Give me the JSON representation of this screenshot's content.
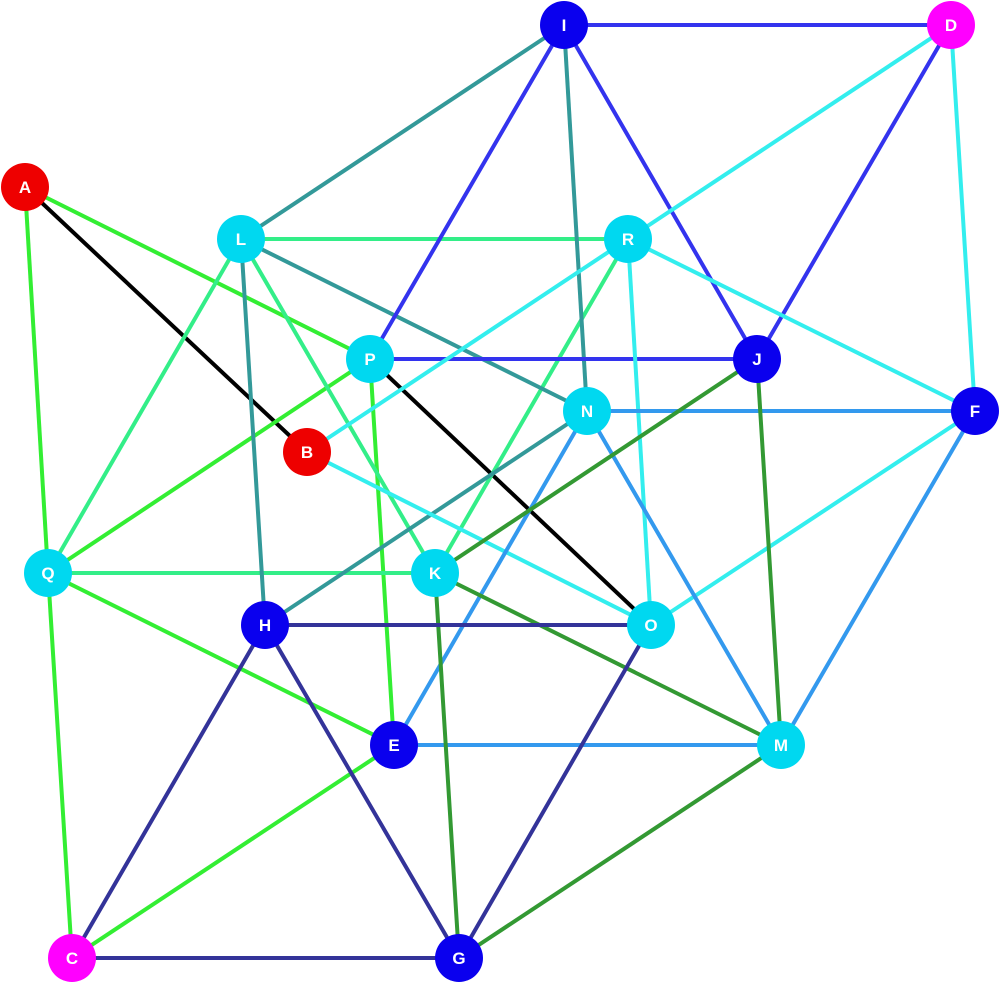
{
  "graph": {
    "node_colors": {
      "red": "#ee0000",
      "magenta": "#ff00ff",
      "blue": "#0a00ee",
      "cyan": "#00d8f0"
    },
    "nodes": [
      {
        "id": "A",
        "label": "A",
        "color": "red"
      },
      {
        "id": "B",
        "label": "B",
        "color": "red"
      },
      {
        "id": "C",
        "label": "C",
        "color": "magenta"
      },
      {
        "id": "D",
        "label": "D",
        "color": "magenta"
      },
      {
        "id": "E",
        "label": "E",
        "color": "blue"
      },
      {
        "id": "F",
        "label": "F",
        "color": "blue"
      },
      {
        "id": "G",
        "label": "G",
        "color": "blue"
      },
      {
        "id": "H",
        "label": "H",
        "color": "blue"
      },
      {
        "id": "I",
        "label": "I",
        "color": "blue"
      },
      {
        "id": "J",
        "label": "J",
        "color": "blue"
      },
      {
        "id": "K",
        "label": "K",
        "color": "cyan"
      },
      {
        "id": "L",
        "label": "L",
        "color": "cyan"
      },
      {
        "id": "M",
        "label": "M",
        "color": "cyan"
      },
      {
        "id": "N",
        "label": "N",
        "color": "cyan"
      },
      {
        "id": "O",
        "label": "O",
        "color": "cyan"
      },
      {
        "id": "P",
        "label": "P",
        "color": "cyan"
      },
      {
        "id": "Q",
        "label": "Q",
        "color": "cyan"
      },
      {
        "id": "R",
        "label": "R",
        "color": "cyan"
      }
    ],
    "edges": [
      {
        "from": "A",
        "to": "B",
        "color": "#000000"
      },
      {
        "from": "P",
        "to": "O",
        "color": "#000000"
      },
      {
        "from": "A",
        "to": "P",
        "color": "#33ee33"
      },
      {
        "from": "A",
        "to": "Q",
        "color": "#33ee33"
      },
      {
        "from": "P",
        "to": "Q",
        "color": "#33ee33"
      },
      {
        "from": "P",
        "to": "E",
        "color": "#33ee33"
      },
      {
        "from": "Q",
        "to": "C",
        "color": "#33ee33"
      },
      {
        "from": "Q",
        "to": "E",
        "color": "#33ee33"
      },
      {
        "from": "E",
        "to": "C",
        "color": "#33ee33"
      },
      {
        "from": "L",
        "to": "R",
        "color": "#33ee88"
      },
      {
        "from": "L",
        "to": "Q",
        "color": "#33ee88"
      },
      {
        "from": "L",
        "to": "K",
        "color": "#33ee88"
      },
      {
        "from": "R",
        "to": "K",
        "color": "#33ee88"
      },
      {
        "from": "Q",
        "to": "K",
        "color": "#33ee88"
      },
      {
        "from": "I",
        "to": "L",
        "color": "#339999"
      },
      {
        "from": "I",
        "to": "N",
        "color": "#339999"
      },
      {
        "from": "L",
        "to": "N",
        "color": "#339999"
      },
      {
        "from": "L",
        "to": "H",
        "color": "#339999"
      },
      {
        "from": "N",
        "to": "H",
        "color": "#339999"
      },
      {
        "from": "I",
        "to": "D",
        "color": "#3333ee"
      },
      {
        "from": "I",
        "to": "P",
        "color": "#3333ee"
      },
      {
        "from": "I",
        "to": "J",
        "color": "#3333ee"
      },
      {
        "from": "D",
        "to": "J",
        "color": "#3333ee"
      },
      {
        "from": "P",
        "to": "J",
        "color": "#3333ee"
      },
      {
        "from": "D",
        "to": "R",
        "color": "#33eeee"
      },
      {
        "from": "D",
        "to": "F",
        "color": "#33eeee"
      },
      {
        "from": "R",
        "to": "B",
        "color": "#33eeee"
      },
      {
        "from": "R",
        "to": "F",
        "color": "#33eeee"
      },
      {
        "from": "R",
        "to": "O",
        "color": "#33eeee"
      },
      {
        "from": "B",
        "to": "O",
        "color": "#33eeee"
      },
      {
        "from": "F",
        "to": "O",
        "color": "#33eeee"
      },
      {
        "from": "N",
        "to": "F",
        "color": "#3399ee"
      },
      {
        "from": "N",
        "to": "E",
        "color": "#3399ee"
      },
      {
        "from": "N",
        "to": "M",
        "color": "#3399ee"
      },
      {
        "from": "F",
        "to": "M",
        "color": "#3399ee"
      },
      {
        "from": "E",
        "to": "M",
        "color": "#3399ee"
      },
      {
        "from": "J",
        "to": "K",
        "color": "#339933"
      },
      {
        "from": "J",
        "to": "M",
        "color": "#339933"
      },
      {
        "from": "K",
        "to": "M",
        "color": "#339933"
      },
      {
        "from": "K",
        "to": "G",
        "color": "#339933"
      },
      {
        "from": "M",
        "to": "G",
        "color": "#339933"
      },
      {
        "from": "H",
        "to": "O",
        "color": "#333399"
      },
      {
        "from": "H",
        "to": "C",
        "color": "#333399"
      },
      {
        "from": "H",
        "to": "G",
        "color": "#333399"
      },
      {
        "from": "O",
        "to": "G",
        "color": "#333399"
      },
      {
        "from": "C",
        "to": "G",
        "color": "#333399"
      }
    ]
  }
}
